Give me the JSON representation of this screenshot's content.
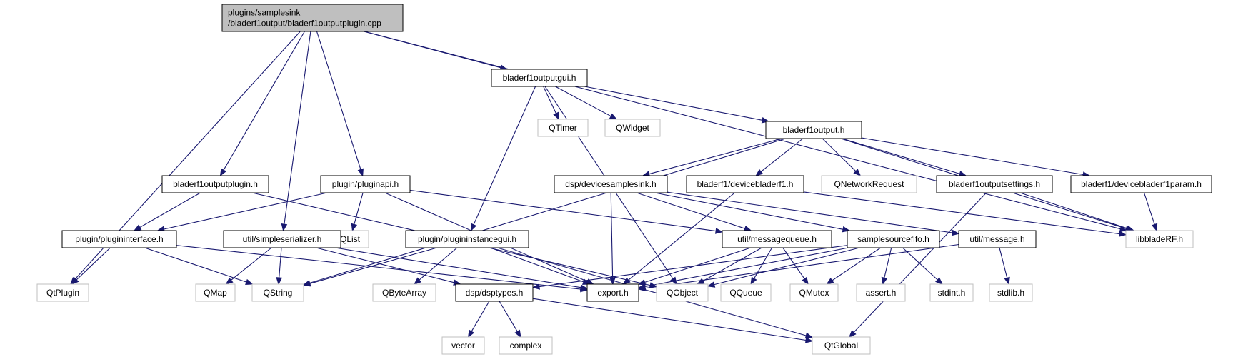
{
  "colors": {
    "edge": "#191970",
    "root_fill": "#bfbfbf",
    "root_stroke": "#000000",
    "header_stroke": "#000000",
    "system_stroke": "#bfbfbf",
    "node_fill": "#ffffff"
  },
  "nodes": [
    {
      "id": "root",
      "kind": "root",
      "lines": [
        "plugins/samplesink",
        "/bladerf1output/bladerf1outputplugin.cpp"
      ]
    },
    {
      "id": "outputgui",
      "kind": "header",
      "lines": [
        "bladerf1outputgui.h"
      ]
    },
    {
      "id": "qtimer",
      "kind": "system",
      "lines": [
        "QTimer"
      ]
    },
    {
      "id": "qwidget",
      "kind": "system",
      "lines": [
        "QWidget"
      ]
    },
    {
      "id": "output",
      "kind": "header",
      "lines": [
        "bladerf1output.h"
      ]
    },
    {
      "id": "outputplugin",
      "kind": "header",
      "lines": [
        "bladerf1outputplugin.h"
      ]
    },
    {
      "id": "pluginapi",
      "kind": "header",
      "lines": [
        "plugin/pluginapi.h"
      ]
    },
    {
      "id": "devsamplesink",
      "kind": "header",
      "lines": [
        "dsp/devicesamplesink.h"
      ]
    },
    {
      "id": "devbladerf1",
      "kind": "header",
      "lines": [
        "bladerf1/devicebladerf1.h"
      ]
    },
    {
      "id": "qnetreq",
      "kind": "system",
      "lines": [
        "QNetworkRequest"
      ]
    },
    {
      "id": "outsettings",
      "kind": "header",
      "lines": [
        "bladerf1outputsettings.h"
      ]
    },
    {
      "id": "devbladerf1param",
      "kind": "header",
      "lines": [
        "bladerf1/devicebladerf1param.h"
      ]
    },
    {
      "id": "libbladerf",
      "kind": "system",
      "lines": [
        "libbladeRF.h"
      ]
    },
    {
      "id": "plugininterface",
      "kind": "header",
      "lines": [
        "plugin/plugininterface.h"
      ]
    },
    {
      "id": "qlist",
      "kind": "system",
      "lines": [
        "QList"
      ]
    },
    {
      "id": "simpleserializer",
      "kind": "header",
      "lines": [
        "util/simpleserializer.h"
      ]
    },
    {
      "id": "pluginstancegui",
      "kind": "header",
      "lines": [
        "plugin/plugininstancegui.h"
      ]
    },
    {
      "id": "msgqueue",
      "kind": "header",
      "lines": [
        "util/messagequeue.h"
      ]
    },
    {
      "id": "ssfifo",
      "kind": "header",
      "lines": [
        "samplesourcefifo.h"
      ]
    },
    {
      "id": "message",
      "kind": "header",
      "lines": [
        "util/message.h"
      ]
    },
    {
      "id": "qtplugin",
      "kind": "system",
      "lines": [
        "QtPlugin"
      ]
    },
    {
      "id": "qmap",
      "kind": "system",
      "lines": [
        "QMap"
      ]
    },
    {
      "id": "qstring",
      "kind": "system",
      "lines": [
        "QString"
      ]
    },
    {
      "id": "qbytearray",
      "kind": "system",
      "lines": [
        "QByteArray"
      ]
    },
    {
      "id": "dsptypes",
      "kind": "header",
      "lines": [
        "dsp/dsptypes.h"
      ]
    },
    {
      "id": "export",
      "kind": "header",
      "lines": [
        "export.h"
      ]
    },
    {
      "id": "qobject",
      "kind": "system",
      "lines": [
        "QObject"
      ]
    },
    {
      "id": "qqueue",
      "kind": "system",
      "lines": [
        "QQueue"
      ]
    },
    {
      "id": "qmutex",
      "kind": "system",
      "lines": [
        "QMutex"
      ]
    },
    {
      "id": "asserth",
      "kind": "system",
      "lines": [
        "assert.h"
      ]
    },
    {
      "id": "stdinth",
      "kind": "system",
      "lines": [
        "stdint.h"
      ]
    },
    {
      "id": "stdlibh",
      "kind": "system",
      "lines": [
        "stdlib.h"
      ]
    },
    {
      "id": "vector",
      "kind": "system",
      "lines": [
        "vector"
      ]
    },
    {
      "id": "complex",
      "kind": "system",
      "lines": [
        "complex"
      ]
    },
    {
      "id": "qtglobal",
      "kind": "system",
      "lines": [
        "QtGlobal"
      ]
    }
  ],
  "edges": [
    {
      "from": "root",
      "to": "outputgui"
    },
    {
      "from": "root",
      "to": "libbladerf"
    },
    {
      "from": "root",
      "to": "qtplugin"
    },
    {
      "from": "root",
      "to": "outputplugin"
    },
    {
      "from": "root",
      "to": "simpleserializer"
    },
    {
      "from": "root",
      "to": "pluginapi"
    },
    {
      "from": "outputgui",
      "to": "qtimer"
    },
    {
      "from": "outputgui",
      "to": "qwidget"
    },
    {
      "from": "outputgui",
      "to": "output"
    },
    {
      "from": "outputgui",
      "to": "pluginstancegui"
    },
    {
      "from": "outputgui",
      "to": "qobject"
    },
    {
      "from": "output",
      "to": "devsamplesink"
    },
    {
      "from": "output",
      "to": "devbladerf1"
    },
    {
      "from": "output",
      "to": "qnetreq"
    },
    {
      "from": "output",
      "to": "outsettings"
    },
    {
      "from": "output",
      "to": "devbladerf1param"
    },
    {
      "from": "output",
      "to": "libbladerf"
    },
    {
      "from": "output",
      "to": "qstring"
    },
    {
      "from": "outputplugin",
      "to": "plugininterface"
    },
    {
      "from": "outputplugin",
      "to": "qobject"
    },
    {
      "from": "pluginapi",
      "to": "plugininterface"
    },
    {
      "from": "pluginapi",
      "to": "qlist"
    },
    {
      "from": "pluginapi",
      "to": "export"
    },
    {
      "from": "pluginapi",
      "to": "msgqueue"
    },
    {
      "from": "devsamplesink",
      "to": "export"
    },
    {
      "from": "devsamplesink",
      "to": "msgqueue"
    },
    {
      "from": "devsamplesink",
      "to": "ssfifo"
    },
    {
      "from": "devsamplesink",
      "to": "message"
    },
    {
      "from": "devbladerf1",
      "to": "export"
    },
    {
      "from": "devbladerf1",
      "to": "libbladerf"
    },
    {
      "from": "outsettings",
      "to": "libbladerf"
    },
    {
      "from": "outsettings",
      "to": "qtglobal"
    },
    {
      "from": "devbladerf1param",
      "to": "libbladerf"
    },
    {
      "from": "plugininterface",
      "to": "qtplugin"
    },
    {
      "from": "plugininterface",
      "to": "qstring"
    },
    {
      "from": "plugininterface",
      "to": "export"
    },
    {
      "from": "simpleserializer",
      "to": "qmap"
    },
    {
      "from": "simpleserializer",
      "to": "qstring"
    },
    {
      "from": "simpleserializer",
      "to": "dsptypes"
    },
    {
      "from": "simpleserializer",
      "to": "export"
    },
    {
      "from": "pluginstancegui",
      "to": "qstring"
    },
    {
      "from": "pluginstancegui",
      "to": "qbytearray"
    },
    {
      "from": "pluginstancegui",
      "to": "export"
    },
    {
      "from": "pluginstancegui",
      "to": "qtglobal"
    },
    {
      "from": "msgqueue",
      "to": "qqueue"
    },
    {
      "from": "msgqueue",
      "to": "qmutex"
    },
    {
      "from": "msgqueue",
      "to": "export"
    },
    {
      "from": "msgqueue",
      "to": "qobject"
    },
    {
      "from": "ssfifo",
      "to": "qobject"
    },
    {
      "from": "ssfifo",
      "to": "qmutex"
    },
    {
      "from": "ssfifo",
      "to": "asserth"
    },
    {
      "from": "ssfifo",
      "to": "stdinth"
    },
    {
      "from": "ssfifo",
      "to": "dsptypes"
    },
    {
      "from": "ssfifo",
      "to": "export"
    },
    {
      "from": "message",
      "to": "stdlibh"
    },
    {
      "from": "message",
      "to": "export"
    },
    {
      "from": "dsptypes",
      "to": "vector"
    },
    {
      "from": "dsptypes",
      "to": "complex"
    },
    {
      "from": "dsptypes",
      "to": "qtglobal"
    }
  ]
}
